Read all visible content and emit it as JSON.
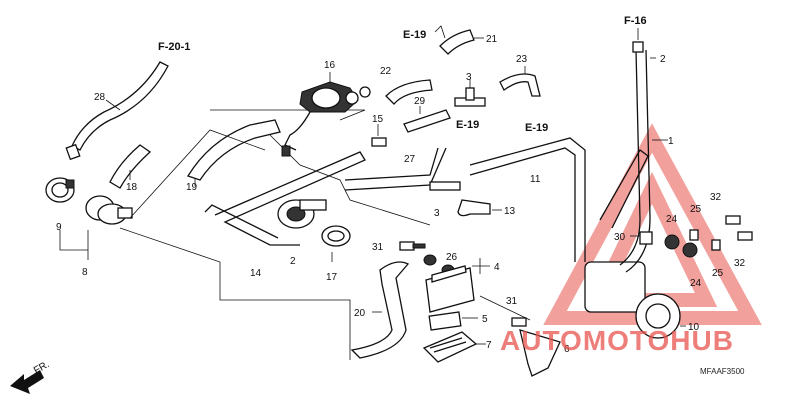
{
  "references": {
    "f20_1": "F-20-1",
    "e19_top": "E-19",
    "e19_mid": "E-19",
    "e19_right": "E-19",
    "f16": "F-16"
  },
  "callouts": {
    "c1": "1",
    "c2a": "2",
    "c2b": "2",
    "c3a": "3",
    "c3b": "3",
    "c4": "4",
    "c5": "5",
    "c6": "6",
    "c7": "7",
    "c8": "8",
    "c9": "9",
    "c10": "10",
    "c11": "11",
    "c13": "13",
    "c14": "14",
    "c15": "15",
    "c16": "16",
    "c17": "17",
    "c18": "18",
    "c19": "19",
    "c20": "20",
    "c21": "21",
    "c22": "22",
    "c23": "23",
    "c24a": "24",
    "c24b": "24",
    "c25a": "25",
    "c25b": "25",
    "c26": "26",
    "c27": "27",
    "c28": "28",
    "c29": "29",
    "c30": "30",
    "c31a": "31",
    "c31b": "31",
    "c32a": "32",
    "c32b": "32"
  },
  "front_marker": "FR.",
  "diagram_code": "MFAAF3500",
  "watermark": {
    "text": "AUTOMOTOHUB",
    "color_red": "#e8534d",
    "color_gray": "#8a8a8a"
  }
}
